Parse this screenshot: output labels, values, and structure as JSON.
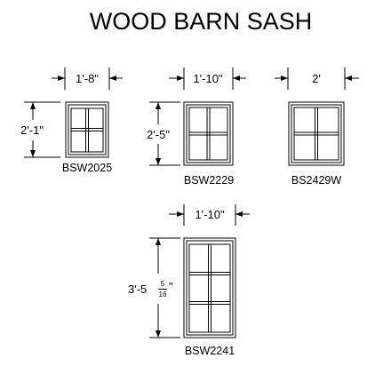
{
  "title": "WOOD BARN SASH",
  "windows": [
    {
      "model": "BSW2025",
      "width_label": "1'-8\"",
      "height_label": "2'-1\"",
      "panes": "2 x 2"
    },
    {
      "model": "BSW2229",
      "width_label": "1'-10\"",
      "height_label": "2'-5\"",
      "panes": "2 x 2"
    },
    {
      "model": "BS2429W",
      "width_label": "2'",
      "height_label": "",
      "panes": "2 x 2"
    },
    {
      "model": "BSW2241",
      "width_label": "1'-10\"",
      "height_label": "3'-5",
      "height_fraction_num": "5",
      "height_fraction_den": "16",
      "height_inch_mark": "\"",
      "panes": "2 x 3"
    }
  ]
}
